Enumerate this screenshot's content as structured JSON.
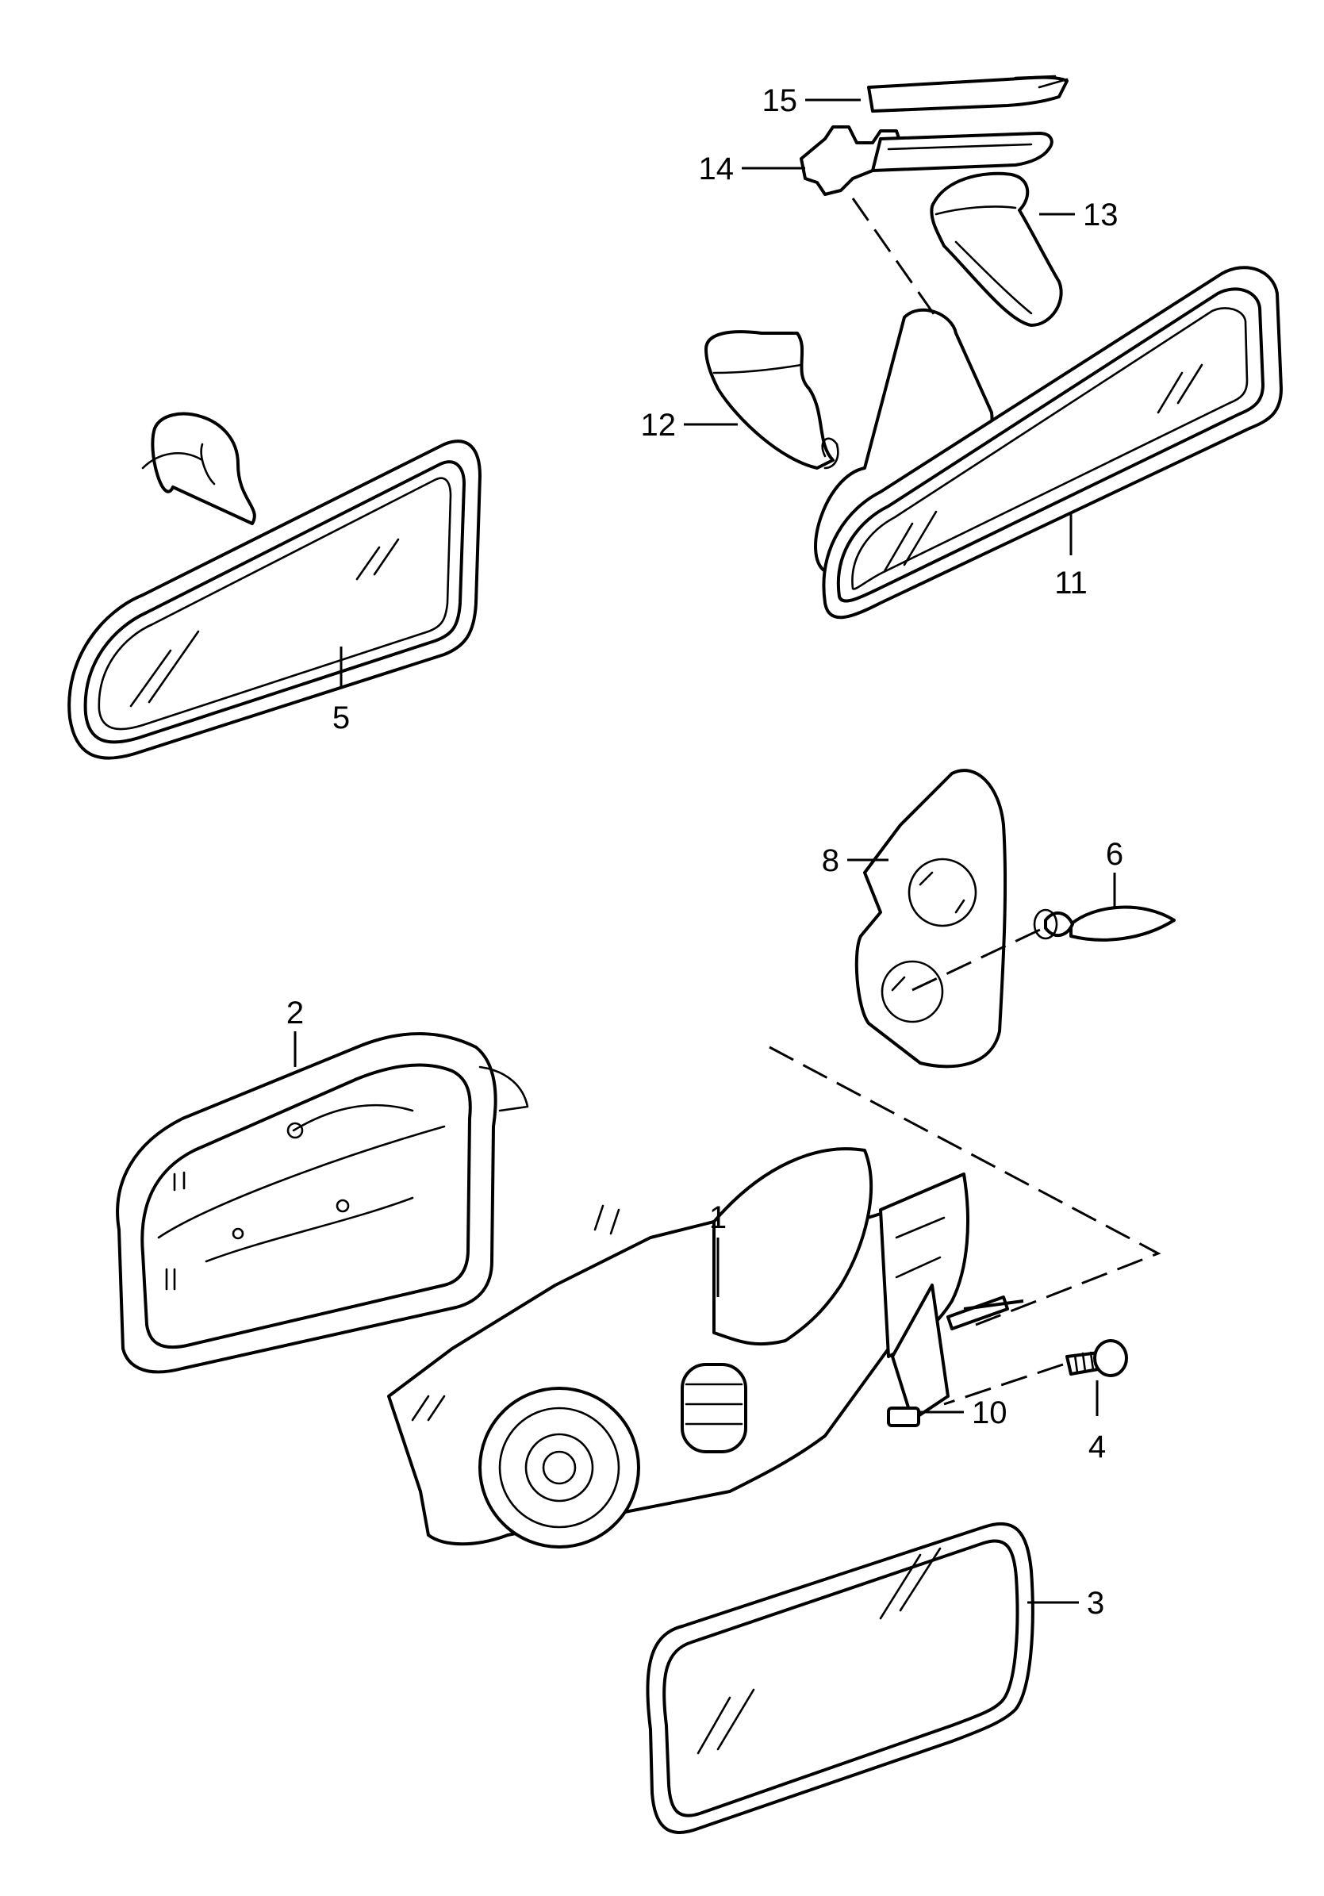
{
  "callouts": {
    "p1": "1",
    "p2": "2",
    "p3": "3",
    "p4": "4",
    "p5": "5",
    "p6": "6",
    "p8": "8",
    "p10": "10",
    "p11": "11",
    "p12": "12",
    "p13": "13",
    "p14": "14",
    "p15": "15"
  }
}
